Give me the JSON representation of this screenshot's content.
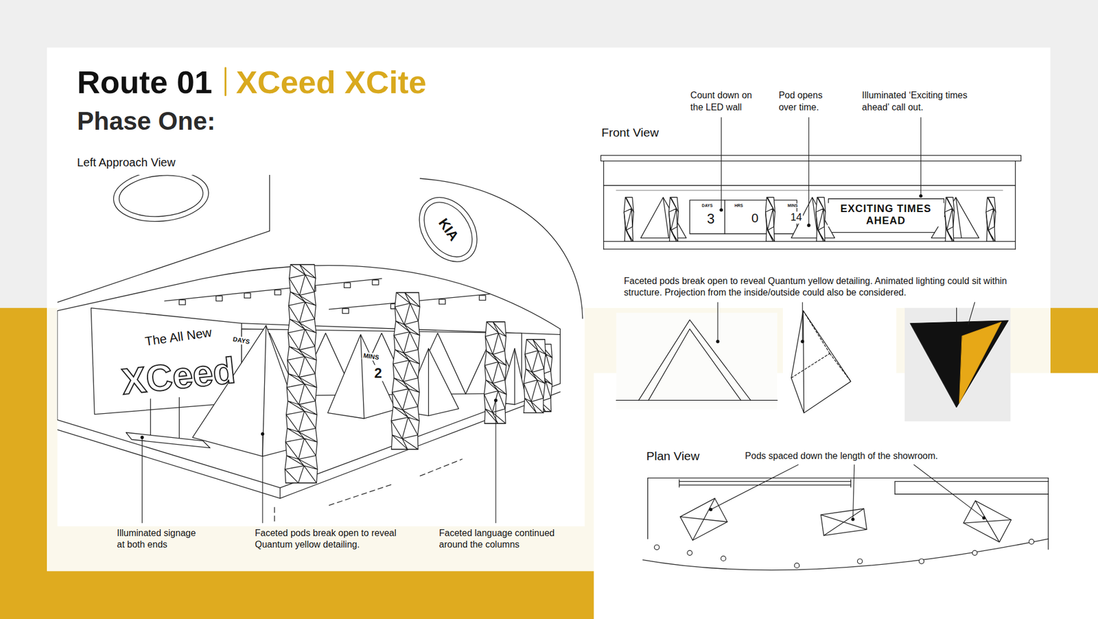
{
  "diagram": {
    "title": "Route 01",
    "labels": [
      "XCeed XCite",
      "Phase One:",
      "Left Approach View",
      "Front View",
      "Count down on the LED wall",
      "Pod opens over time.",
      "Illuminated ‘Exciting times ahead’ call out.",
      "Faceted pods break open to reveal Quantum yellow detailing. Animated lighting could sit within structure. Projection from the inside/outside could also be considered.",
      "Plan View",
      "Pods spaced down the length of the showroom.",
      "Illuminated signage at both ends",
      "Faceted pods break open to reveal Quantum yellow detailing.",
      "Faceted language continued around the columns",
      "KIA",
      "The All New",
      "XCeed",
      "DAYS",
      "MINS",
      "2",
      "DAYS",
      "3",
      "HRS",
      "0",
      "MINS",
      "14",
      "EXCITING TIMES AHEAD"
    ]
  }
}
